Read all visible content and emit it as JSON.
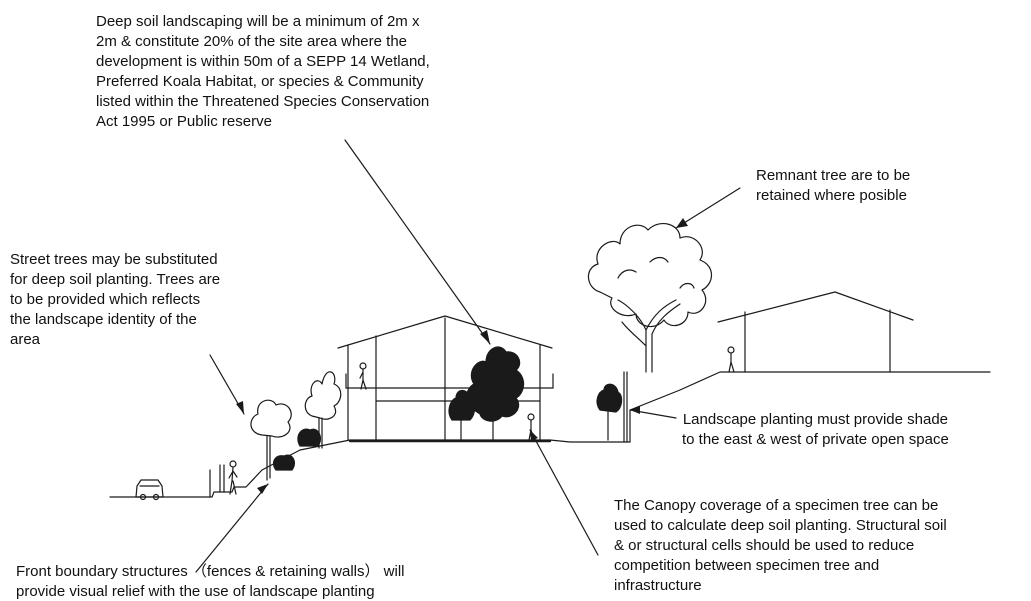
{
  "colors": {
    "line": "#1a1a1a",
    "text": "#111111",
    "background": "#ffffff"
  },
  "annotations": {
    "deep_soil": [
      "Deep soil landscaping will be a minimum of 2m x",
      "2m & constitute 20% of the site area where the",
      "development is within 50m of a SEPP 14 Wetland,",
      "Preferred Koala Habitat, or species & Community",
      "listed within the Threatened Species Conservation",
      "Act 1995 or Public reserve"
    ],
    "remnant_tree": [
      "Remnant tree are to be",
      "retained where posible"
    ],
    "street_trees": [
      "Street trees may be substituted",
      "for deep soil planting. Trees are",
      "to be provided which reflects",
      "the landscape identity of the",
      "area"
    ],
    "landscape_shade": [
      "Landscape planting must provide shade",
      "to the east & west of private open space"
    ],
    "canopy": [
      "The Canopy coverage of a specimen tree can be",
      "used to calculate deep soil planting. Structural soil",
      "& or structural cells should be used to reduce",
      "competition between specimen tree and",
      "infrastructure"
    ],
    "front_boundary": [
      "Front boundary structures （fences & retaining walls） will",
      "provide visual relief with the use of landscape planting"
    ]
  }
}
